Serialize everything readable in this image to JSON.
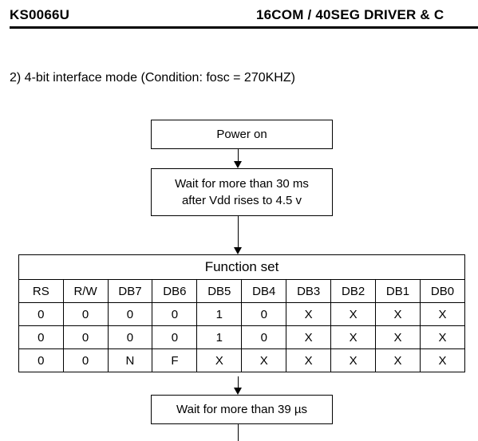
{
  "header": {
    "left_title": "KS0066U",
    "right_title": "16COM / 40SEG DRIVER & C"
  },
  "subtitle": "2) 4-bit interface mode (Condition: fosc = 270KHZ)",
  "flow": {
    "power_on": "Power on",
    "wait_30_line1": "Wait for more than 30 ms",
    "wait_30_line2": "after Vdd rises to 4.5 v",
    "wait_39": "Wait for more than 39 µs"
  },
  "function_set": {
    "title": "Function set",
    "columns": [
      "RS",
      "R/W",
      "DB7",
      "DB6",
      "DB5",
      "DB4",
      "DB3",
      "DB2",
      "DB1",
      "DB0"
    ],
    "rows": [
      [
        "0",
        "0",
        "0",
        "0",
        "1",
        "0",
        "X",
        "X",
        "X",
        "X"
      ],
      [
        "0",
        "0",
        "0",
        "0",
        "1",
        "0",
        "X",
        "X",
        "X",
        "X"
      ],
      [
        "0",
        "0",
        "N",
        "F",
        "X",
        "X",
        "X",
        "X",
        "X",
        "X"
      ]
    ]
  }
}
